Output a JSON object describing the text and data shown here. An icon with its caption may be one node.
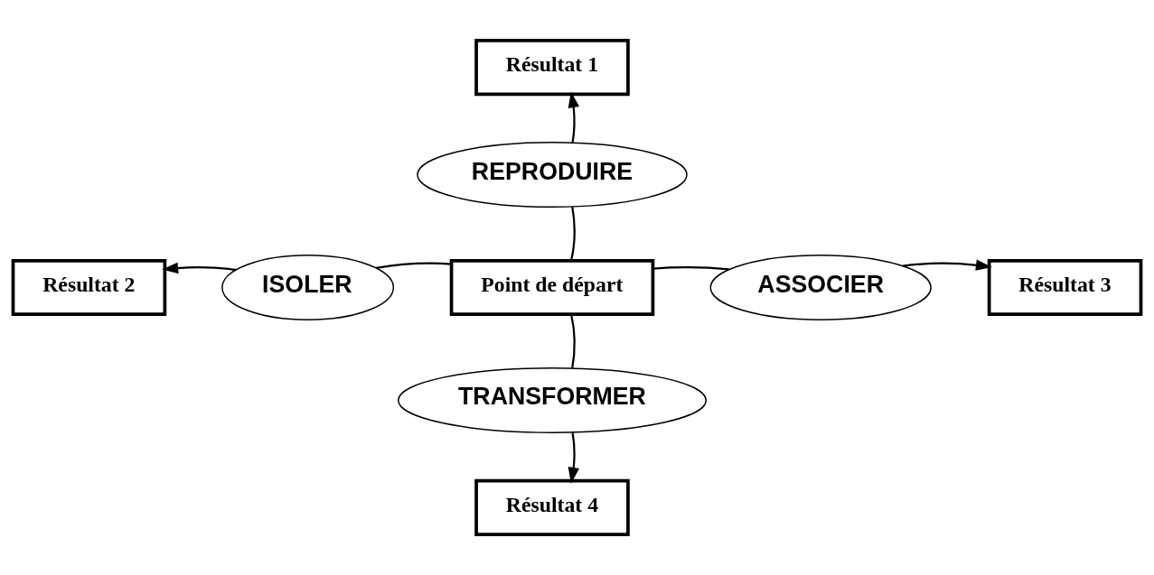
{
  "diagram": {
    "nodes": [
      {
        "text": [
          "Résultat 1"
        ]
      },
      {
        "text": [
          "REPRODUIRE"
        ]
      },
      {
        "text": [
          "Résultat 2"
        ]
      },
      {
        "text": [
          "ISOLER"
        ]
      },
      {
        "text": [
          "Point de départ"
        ]
      },
      {
        "text": [
          "ASSOCIER"
        ]
      },
      {
        "text": [
          "Résultat 3"
        ]
      },
      {
        "text": [
          "TRANSFORMER"
        ]
      },
      {
        "text": [
          "Résultat 4"
        ]
      }
    ],
    "edges": [
      {
        "from": 4,
        "to": 1,
        "arrow": "none"
      },
      {
        "from": 1,
        "to": 0,
        "arrow": "to"
      },
      {
        "from": 4,
        "to": 3,
        "arrow": "none"
      },
      {
        "from": 3,
        "to": 2,
        "arrow": "to"
      },
      {
        "from": 4,
        "to": 5,
        "arrow": "none"
      },
      {
        "from": 5,
        "to": 6,
        "arrow": "to"
      },
      {
        "from": 4,
        "to": 7,
        "arrow": "none"
      },
      {
        "from": 7,
        "to": 8,
        "arrow": "to"
      }
    ]
  }
}
